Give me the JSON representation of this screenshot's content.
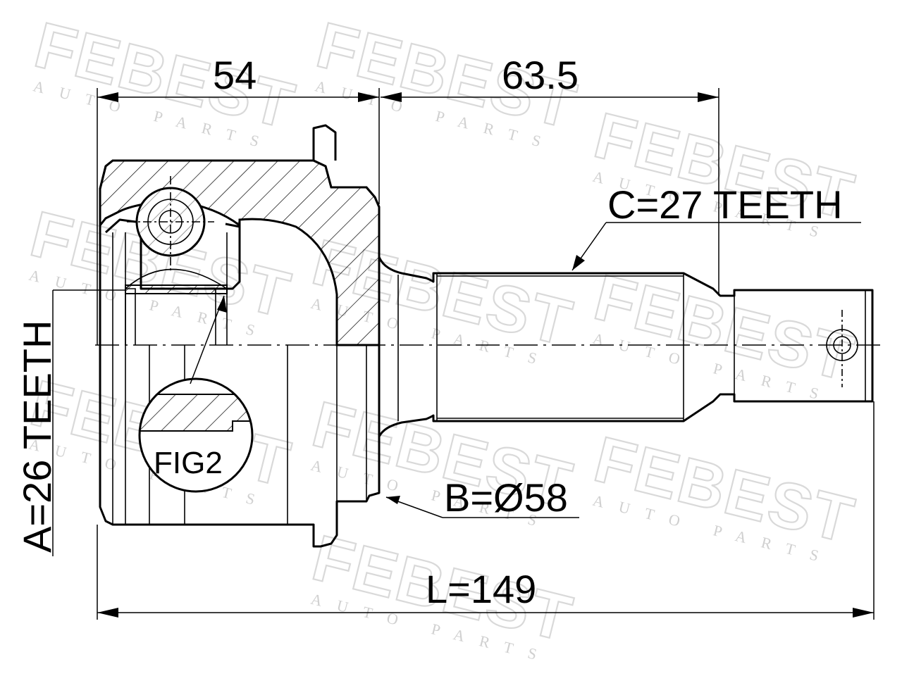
{
  "watermark": {
    "brand": "FEBEST",
    "subtitle": "AUTO PARTS"
  },
  "dimensions": {
    "outer_length": "54",
    "shaft_length": "63.5",
    "total_length": "L=149",
    "abs_ring_diameter": "B=Ø58",
    "inner_spline": "A=26 TEETH",
    "outer_spline": "C=27 TEETH"
  },
  "callout": {
    "fig_label": "FIG2"
  },
  "colors": {
    "line": "#000000",
    "watermark": "#d9d9d9",
    "background": "#ffffff"
  }
}
